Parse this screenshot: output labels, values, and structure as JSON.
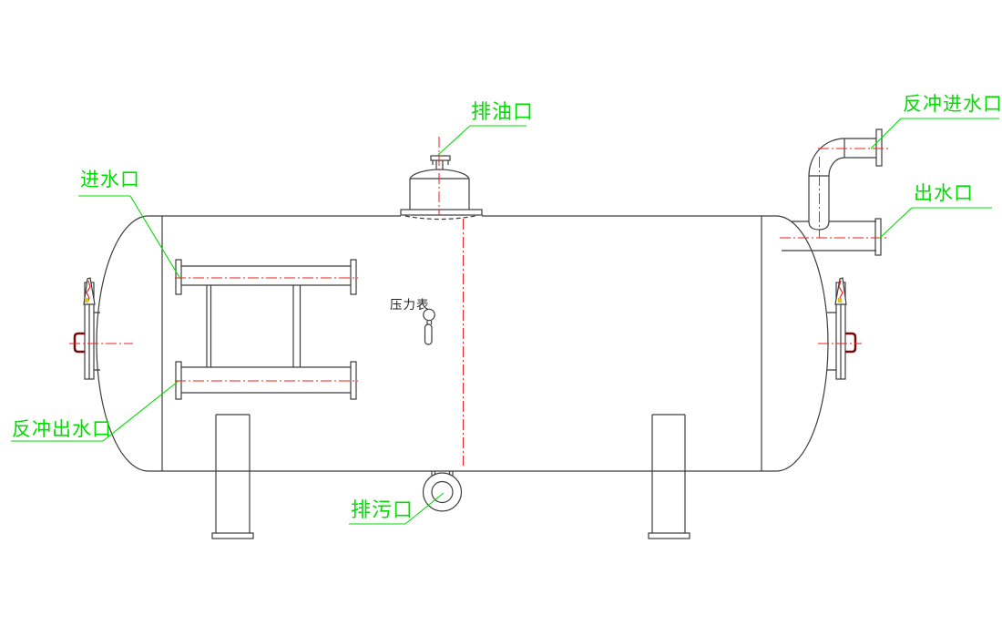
{
  "drawing": {
    "port_labels": {
      "oil_drain": "排油口",
      "backwash_water_inlet": "反冲进水口",
      "water_outlet": "出水口",
      "water_inlet": "进水口",
      "backwash_water_outlet": "反冲出水口",
      "blowdown_drain": "排污口"
    },
    "instrument_labels": {
      "pressure_gauge": "压力表"
    },
    "colors": {
      "annotation_green": "#00DE00",
      "centerline_red": "#EE2222",
      "outline": "#3C3C3C",
      "handle_dark_red": "#7A0A0A",
      "accent_yellow": "#D8C800",
      "background": "#FFFFFF"
    }
  }
}
